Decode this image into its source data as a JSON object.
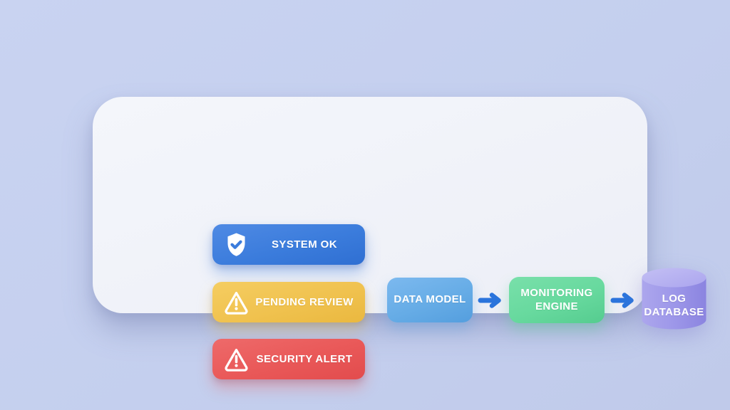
{
  "scene": {
    "background_color": "#c4cfee",
    "card_color": "#f1f3f9"
  },
  "status_badges": [
    {
      "id": "system-ok",
      "label": "SYSTEM OK",
      "icon": "shield-check-icon",
      "color": "#3b7cdc"
    },
    {
      "id": "pending-review",
      "label": "PENDING REVIEW",
      "icon": "warning-triangle-icon",
      "color": "#f0c24f"
    },
    {
      "id": "security-alert",
      "label": "SECURITY ALERT",
      "icon": "warning-triangle-icon",
      "color": "#e95858"
    }
  ],
  "flow": {
    "arrow_color": "#2b74dc",
    "nodes": [
      {
        "id": "data-model",
        "label": "DATA MODEL",
        "shape": "rounded-rect",
        "color": "#66ace6"
      },
      {
        "id": "monitoring-engine",
        "label": "MONITORING ENGINE",
        "shape": "rounded-rect",
        "color": "#67d99e"
      },
      {
        "id": "log-database",
        "label": "LOG DATABASE",
        "shape": "cylinder",
        "color": "#9d97e9"
      }
    ]
  }
}
